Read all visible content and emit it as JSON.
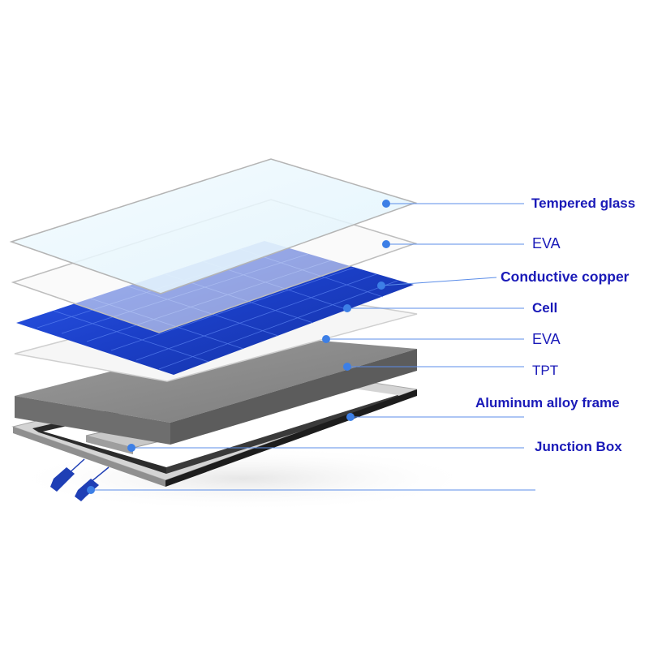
{
  "labels": [
    {
      "key": "tempered_glass",
      "text": "Tempered glass",
      "bold": true
    },
    {
      "key": "eva_top",
      "text": "EVA",
      "bold": false
    },
    {
      "key": "conductive_copper",
      "text": "Conductive copper",
      "bold": true
    },
    {
      "key": "cell",
      "text": "Cell",
      "bold": true
    },
    {
      "key": "eva_bottom",
      "text": "EVA",
      "bold": false
    },
    {
      "key": "tpt",
      "text": "TPT",
      "bold": false
    },
    {
      "key": "aluminum_frame",
      "text": "Aluminum alloy frame",
      "bold": true
    },
    {
      "key": "junction_box",
      "text": "Junction Box",
      "bold": true
    }
  ],
  "colors": {
    "label_text": "#1a1ab8",
    "leader_line": "#5b8de8",
    "glass_fill": "#e6f6fd",
    "eva_fill": "#f4f4f4",
    "cell_fill": "#1c3fc4",
    "tpt_fill": "#8a8a8a",
    "frame_fill": "#2b2b2b",
    "connector_fill": "#1f3fb5"
  }
}
